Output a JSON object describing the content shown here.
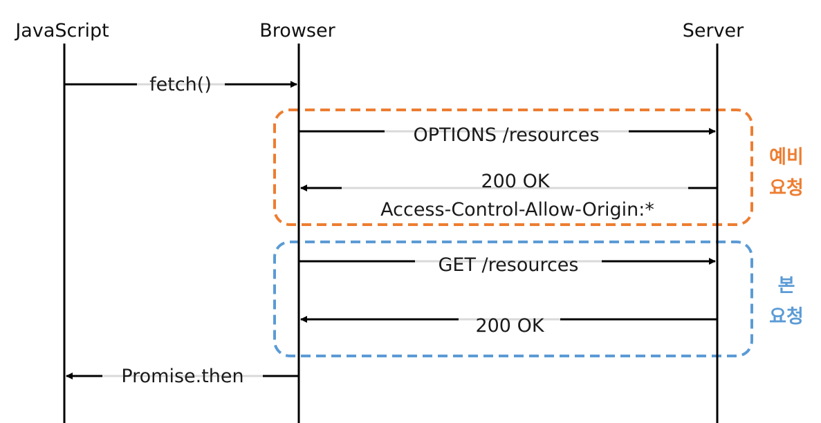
{
  "actors": {
    "javascript": "JavaScript",
    "browser": "Browser",
    "server": "Server"
  },
  "messages": {
    "fetch": "fetch()",
    "options": "OPTIONS /resources",
    "preflight_status": "200 OK",
    "preflight_header": "Access-Control-Allow-Origin:*",
    "get": "GET /resources",
    "main_status": "200 OK",
    "promise": "Promise.then"
  },
  "groups": {
    "preflight": {
      "line1": "예비",
      "line2": "요청",
      "color": "#ED7D31"
    },
    "main": {
      "line1": "본",
      "line2": "요청",
      "color": "#5B9BD5"
    }
  },
  "colors": {
    "line": "#000000",
    "label_halo": "#d9d9d9"
  }
}
